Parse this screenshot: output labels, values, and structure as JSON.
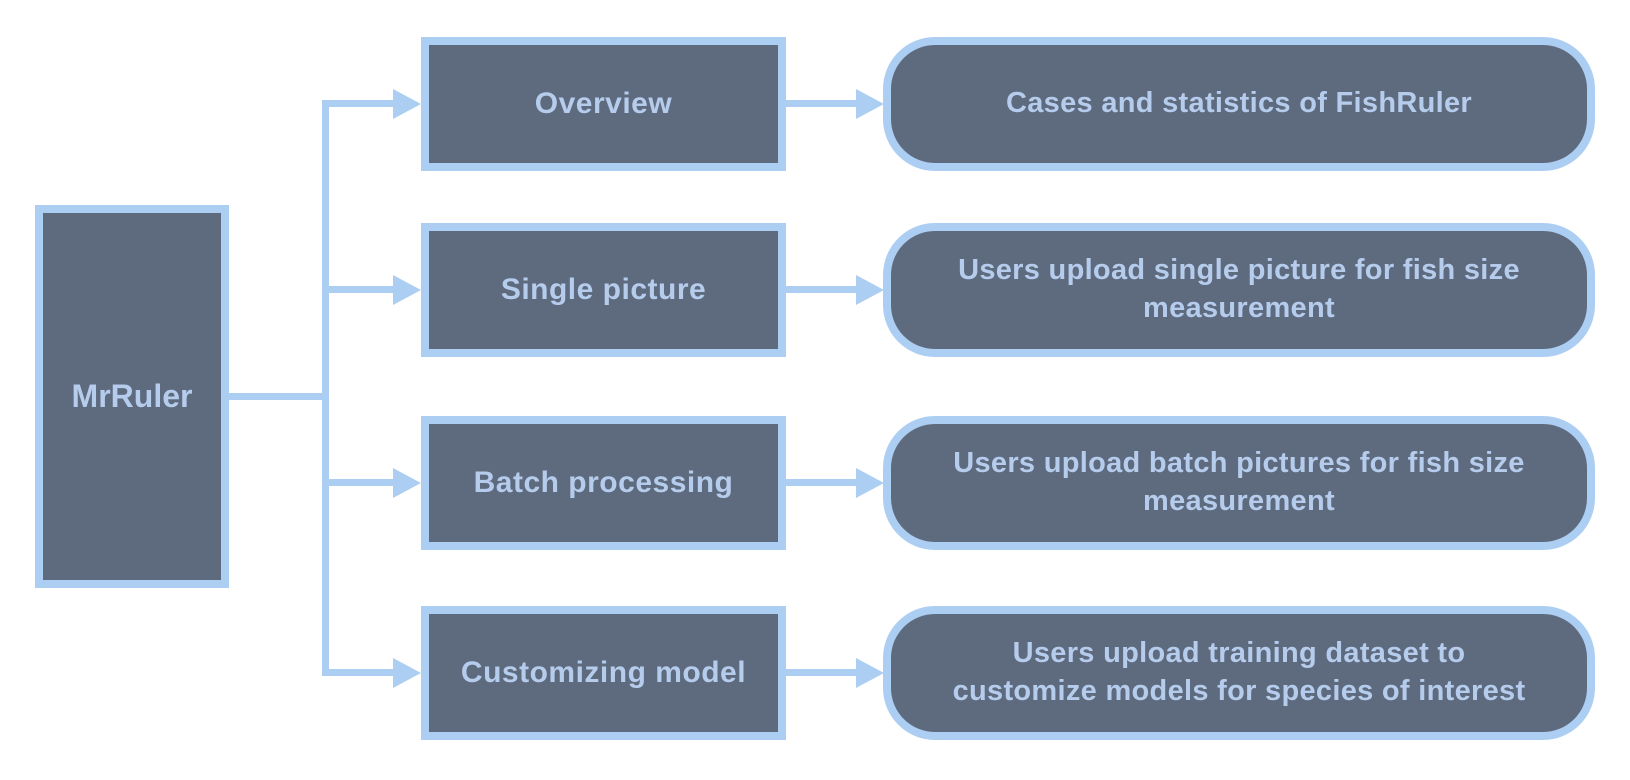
{
  "diagram": {
    "root": {
      "label": "MrRuler"
    },
    "rows": [
      {
        "branch_label": "Overview",
        "description": "Cases and statistics of FishRuler",
        "desc_lines": [
          "Cases and statistics of FishRuler"
        ]
      },
      {
        "branch_label": "Single picture",
        "description": "Users upload single picture for fish size measurement",
        "desc_lines": [
          "Users upload single picture for fish size",
          "measurement"
        ]
      },
      {
        "branch_label": "Batch processing",
        "description": "Users upload batch pictures for fish size measurement",
        "desc_lines": [
          "Users upload batch pictures for fish size",
          "measurement"
        ]
      },
      {
        "branch_label": "Customizing model",
        "description": "Users upload training dataset to customize models for species of interest",
        "desc_lines": [
          "Users upload training dataset to",
          "customize models for species of interest"
        ]
      }
    ],
    "colors": {
      "accent_blue": "#ACCEF2",
      "node_fill": "#5E6A7E",
      "label_text": "#B6CCEC",
      "background": "#FFFFFF"
    }
  }
}
